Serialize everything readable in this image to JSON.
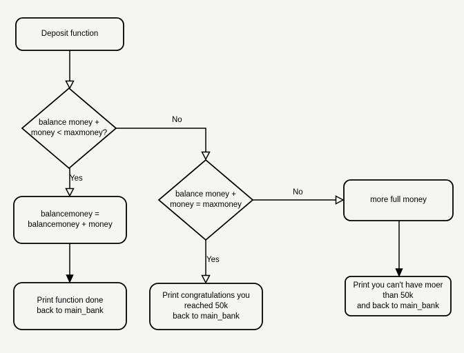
{
  "diagram": {
    "type": "flowchart",
    "background_color": "#f5f5f4",
    "stroke_color": "#000000",
    "nodes": {
      "deposit_function": {
        "type": "rounded-rect",
        "label": "Deposit function"
      },
      "decision_balance_lt_max": {
        "type": "decision-diamond",
        "label": "balance money +\nmoney < maxmoney?"
      },
      "decision_balance_eq_max": {
        "type": "decision-diamond",
        "label": "balance money +\nmoney = maxmoney"
      },
      "assign_balance": {
        "type": "rounded-rect",
        "label": "balancemoney =\nbalancemoney + money"
      },
      "print_function_done": {
        "type": "rounded-rect",
        "label": "Print function done\nback to main_bank"
      },
      "print_congratulations": {
        "type": "rounded-rect",
        "label": "Print congratulations you\nreached 50k\nback to main_bank"
      },
      "more_full_money": {
        "type": "rounded-rect",
        "label": "more full money"
      },
      "print_cant_have": {
        "type": "rounded-rect",
        "label": "Print you can't have moer\nthan 50k\nand back to main_bank"
      }
    },
    "edges": [
      {
        "from": "deposit_function",
        "to": "decision_balance_lt_max",
        "label": "",
        "arrowhead": "open"
      },
      {
        "from": "decision_balance_lt_max",
        "to": "assign_balance",
        "label": "Yes",
        "arrowhead": "open"
      },
      {
        "from": "decision_balance_lt_max",
        "to": "decision_balance_eq_max",
        "label": "No",
        "arrowhead": "open"
      },
      {
        "from": "decision_balance_eq_max",
        "to": "print_congratulations",
        "label": "Yes",
        "arrowhead": "open"
      },
      {
        "from": "decision_balance_eq_max",
        "to": "more_full_money",
        "label": "No",
        "arrowhead": "open"
      },
      {
        "from": "assign_balance",
        "to": "print_function_done",
        "label": "",
        "arrowhead": "solid"
      },
      {
        "from": "more_full_money",
        "to": "print_cant_have",
        "label": "",
        "arrowhead": "solid"
      }
    ]
  }
}
